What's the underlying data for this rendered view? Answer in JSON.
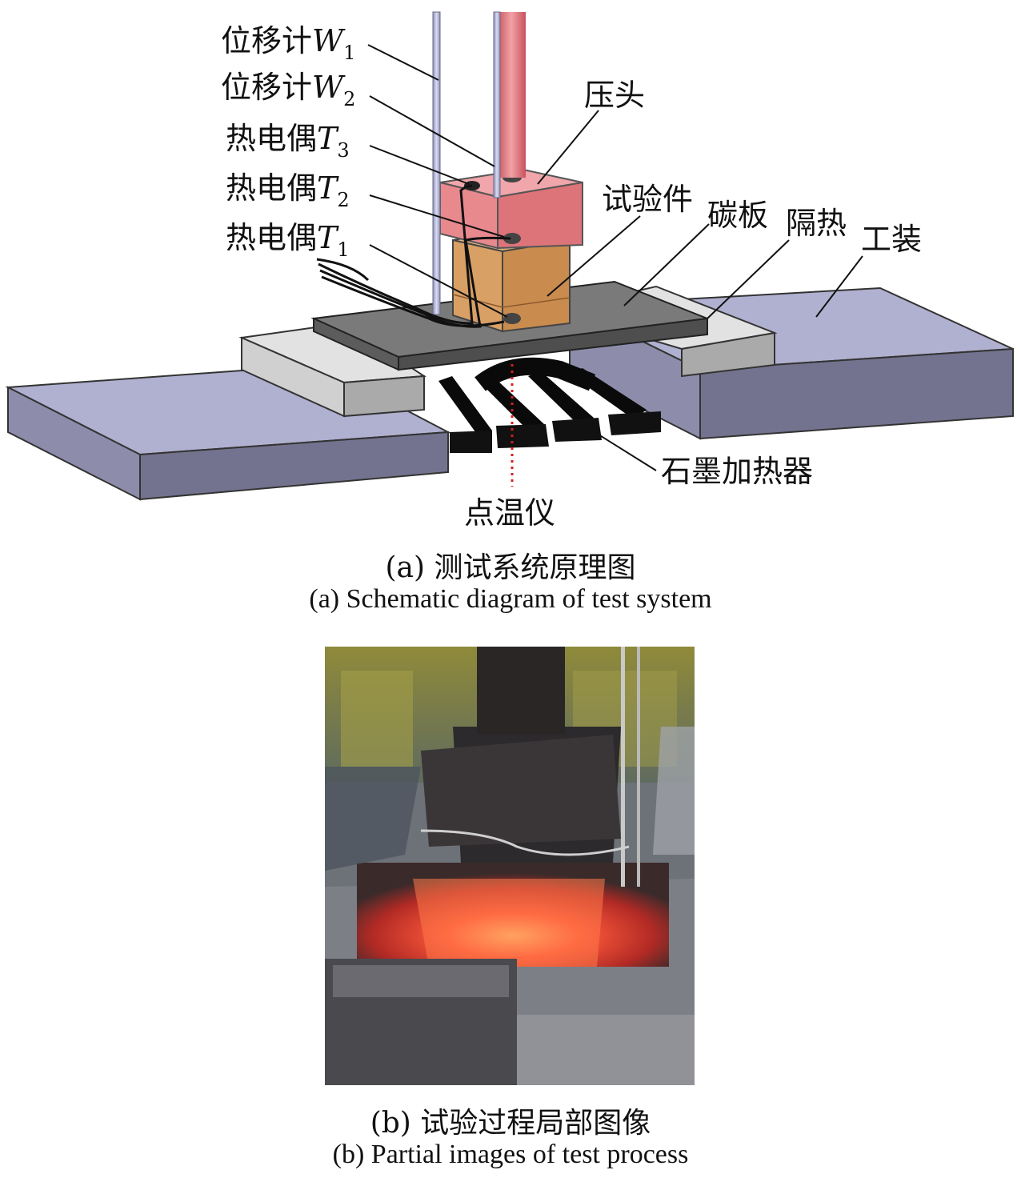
{
  "labels": {
    "w1_prefix": "位移计",
    "w1_var": "W",
    "w1_sub": "1",
    "w2_prefix": "位移计",
    "w2_var": "W",
    "w2_sub": "2",
    "t3_prefix": "热电偶",
    "t3_var": "T",
    "t3_sub": "3",
    "t2_prefix": "热电偶",
    "t2_var": "T",
    "t2_sub": "2",
    "t1_prefix": "热电偶",
    "t1_var": "T",
    "t1_sub": "1",
    "indenter": "压头",
    "specimen": "试验件",
    "carbon_plate": "碳板",
    "insulation": "隔热",
    "fixture": "工装",
    "graphite_heater": "石墨加热器",
    "pyrometer": "点温仪"
  },
  "captions": {
    "a_cn": "(a) 测试系统原理图",
    "a_en": "(a) Schematic diagram of test system",
    "b_cn": "(b) 试验过程局部图像",
    "b_en": "(b) Partial images of test process"
  },
  "colors": {
    "fixture": "#a9a9c9",
    "insulation": "#e2e2e2",
    "carbon_plate": "#7a7a7a",
    "indenter": "#e8898e",
    "specimen": "#d9a066",
    "heater": "#0a0a0a",
    "pyrometer_line": "#d42020"
  }
}
